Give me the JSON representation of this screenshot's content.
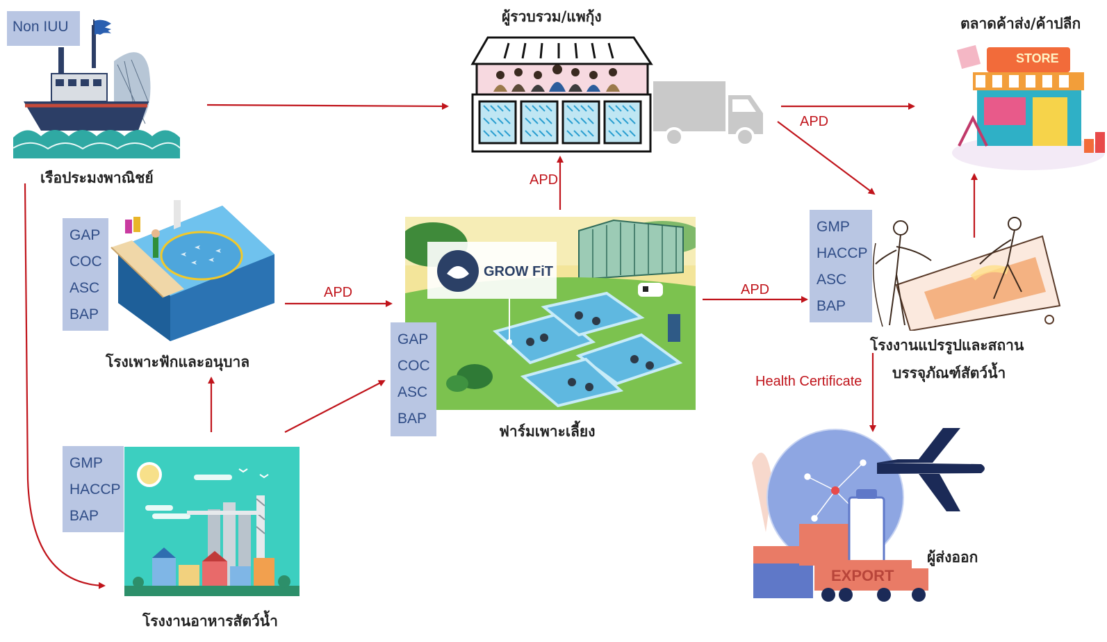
{
  "badges": {
    "non_iuu": "Non IUU",
    "hatchery": [
      "GAP",
      "COC",
      "ASC",
      "BAP"
    ],
    "farm": [
      "GAP",
      "COC",
      "ASC",
      "BAP"
    ],
    "feed_mill": [
      "GMP",
      "HACCP",
      "BAP"
    ],
    "processing": [
      "GMP",
      "HACCP",
      "ASC",
      "BAP"
    ]
  },
  "nodes": {
    "fishing_vessel": "เรือประมงพาณิชย์",
    "hatchery": "โรงเพาะฟักและอนุบาล",
    "feed_mill": "โรงงานอาหารสัตว์น้ำ",
    "collector": "ผู้รวบรวม/แพกุ้ง",
    "farm": "ฟาร์มเพาะเลี้ยง",
    "market": "ตลาดค้าส่ง/ค้าปลีก",
    "processing_line1": "โรงงานแปรรูปและสถาน",
    "processing_line2": "บรรจุภัณฑ์สัตว์น้ำ",
    "exporter": "ผู้ส่งออก"
  },
  "edge_labels": {
    "farm_to_collector": "APD",
    "hatchery_to_farm": "APD",
    "farm_to_processing": "APD",
    "collector_to_processing": "APD",
    "processing_to_exporter": "Health Certificate"
  },
  "illustration_text": {
    "grow_fit": "GROW FiT",
    "store": "STORE",
    "export": "EXPORT"
  },
  "colors": {
    "arrow": "#c0141b",
    "badge_bg": "#b9c6e3",
    "badge_text": "#2f4c86"
  }
}
